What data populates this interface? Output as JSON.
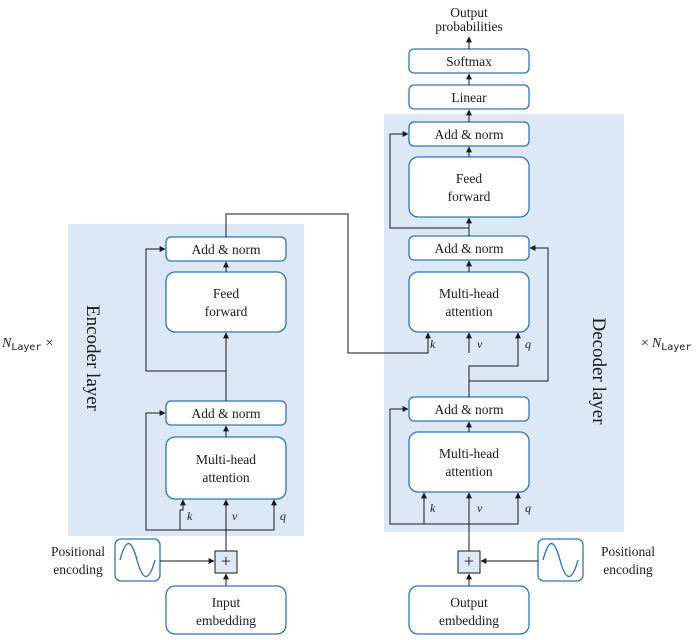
{
  "output": {
    "line1": "Output",
    "line2": "probabilities"
  },
  "decoder_top": {
    "softmax": "Softmax",
    "linear": "Linear"
  },
  "encoder": {
    "side_label": "Encoder layer",
    "add_norm_top": "Add & norm",
    "feed_forward_1": "Feed",
    "feed_forward_2": "forward",
    "add_norm_bottom": "Add & norm",
    "mha_1": "Multi-head",
    "mha_2": "attention",
    "k": "k",
    "v": "v",
    "q": "q",
    "positional_1": "Positional",
    "positional_2": "encoding",
    "input_1": "Input",
    "input_2": "embedding",
    "repeat_prefix": "N",
    "repeat_sub": "Layer",
    "repeat_times": "×"
  },
  "decoder": {
    "side_label": "Decoder layer",
    "add_norm_1": "Add & norm",
    "feed_forward_1": "Feed",
    "feed_forward_2": "forward",
    "add_norm_2": "Add & norm",
    "mha_cross_1": "Multi-head",
    "mha_cross_2": "attention",
    "cross_k": "k",
    "cross_v": "v",
    "cross_q": "q",
    "add_norm_3": "Add & norm",
    "mha_self_1": "Multi-head",
    "mha_self_2": "attention",
    "k": "k",
    "v": "v",
    "q": "q",
    "positional_1": "Positional",
    "positional_2": "encoding",
    "output_1": "Output",
    "output_2": "embedding",
    "repeat_times": "×",
    "repeat_prefix": "N",
    "repeat_sub": "Layer"
  },
  "sum_symbol": "+",
  "colors": {
    "panel": "#dce8f5",
    "box_border": "#2e75b6",
    "wave": "#2e75b6"
  }
}
